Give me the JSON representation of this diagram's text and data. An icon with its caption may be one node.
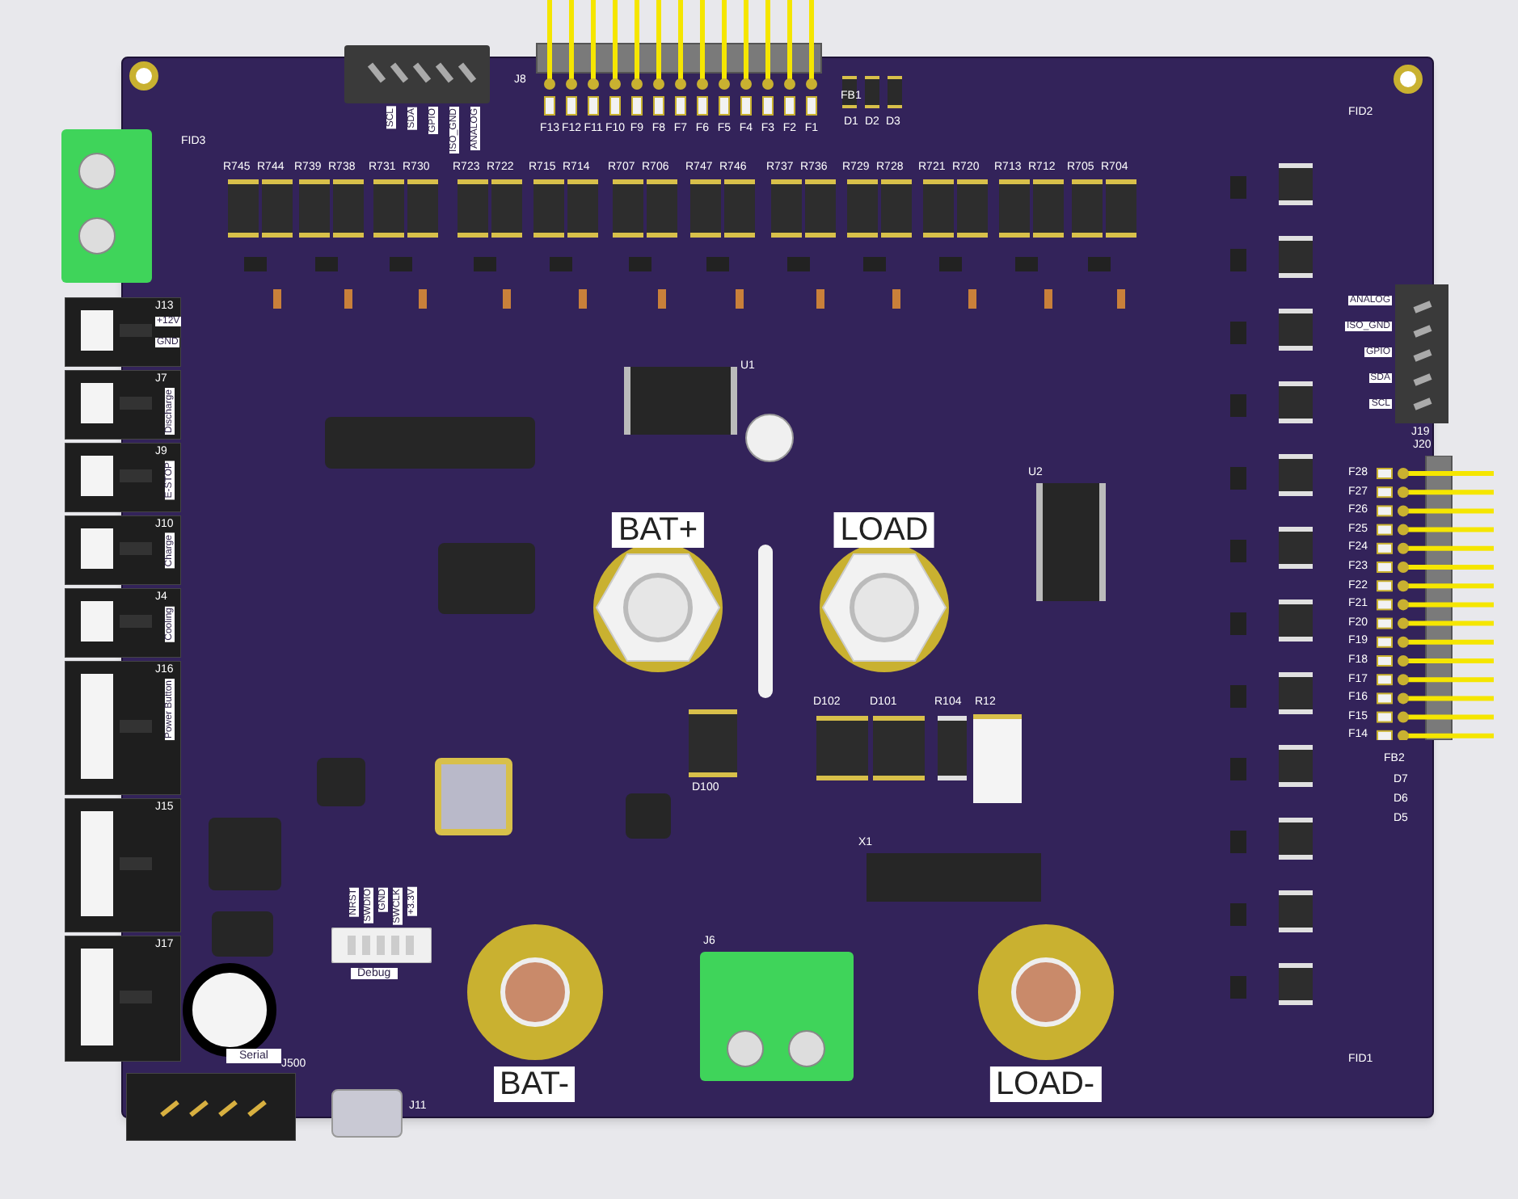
{
  "diagram": {
    "nodes": [
      {
        "text": [],
        "shape": "box"
      },
      {
        "text": [
          "J8"
        ],
        "beside": [
          "F13",
          "F12",
          "F11",
          "F10",
          "F9",
          "F8",
          "F7",
          "F6",
          "F5",
          "F4",
          "F3",
          "F2",
          "F1"
        ]
      },
      {
        "text": [],
        "shape": "box",
        "in": 0,
        "beside": [
          "SCL",
          "SDA",
          "GPIO",
          "ISO_GND",
          "ANALOG"
        ]
      },
      {
        "text": [],
        "shape": "box"
      },
      {
        "text": [
          "J13",
          "+12V",
          "GND"
        ]
      },
      {
        "text": [
          "J7",
          "Discharge"
        ]
      },
      {
        "text": [
          "J9",
          "E-STOP"
        ]
      },
      {
        "text": [
          "J10",
          "Charge"
        ]
      },
      {
        "text": [
          "J4",
          "Cooling"
        ]
      },
      {
        "text": [
          "J16",
          "Power Button"
        ]
      },
      {
        "text": [
          "J15"
        ]
      },
      {
        "text": [
          "J17"
        ]
      },
      {
        "text": [
          "U1"
        ],
        "in": 0
      },
      {
        "text": [
          "BAT+"
        ],
        "in": 0
      },
      {
        "text": [
          "LOAD"
        ],
        "in": 0
      },
      {
        "text": [
          "U2"
        ],
        "in": 0
      },
      {
        "text": [
          "J19"
        ],
        "in": 0,
        "beside": [
          "ANALOG",
          "ISO_GND",
          "GPIO",
          "SDA",
          "SCL"
        ]
      },
      {
        "text": [
          "J20"
        ],
        "beside": [
          "F28",
          "F27",
          "F26",
          "F25",
          "F24",
          "F23",
          "F22",
          "F21",
          "F20",
          "F19",
          "F18",
          "F17",
          "F16",
          "F15",
          "F14"
        ]
      },
      {
        "text": [
          "X1"
        ],
        "in": 0
      },
      {
        "text": [
          "Debug"
        ],
        "in": 0
      },
      {
        "text": [
          "J6"
        ],
        "in": 0
      },
      {
        "text": [
          "BAT-"
        ],
        "in": 0
      },
      {
        "text": [
          "LOAD-"
        ],
        "in": 0
      },
      {
        "text": [
          "J500"
        ]
      },
      {
        "text": [
          "J11"
        ]
      },
      {
        "text": [],
        "shape": "box",
        "in": 0
      },
      {
        "text": [],
        "shape": "box",
        "in": 0
      },
      {
        "text": [],
        "shape": "box",
        "in": 0
      },
      {
        "text": [],
        "shape": "box",
        "in": 0
      },
      {
        "text": [],
        "shape": "box",
        "in": 0
      },
      {
        "text": [],
        "shape": "box",
        "in": 0
      },
      {
        "text": [],
        "shape": "box",
        "in": 0
      }
    ],
    "labels": [
      "FB1",
      "D1",
      "D2",
      "D3",
      "FID3",
      "FID2",
      "R745",
      "R744",
      "R739",
      "R738",
      "R731",
      "R730",
      "R723",
      "R722",
      "R715",
      "R714",
      "R707",
      "R706",
      "R747",
      "R746",
      "R737",
      "R736",
      "R729",
      "R728",
      "R721",
      "R720",
      "R713",
      "R712",
      "R705",
      "R704",
      "D102",
      "D101",
      "R104",
      "R12",
      "D100",
      "NRST",
      "SWDIO",
      "GND",
      "SWCLK",
      "+3.3V",
      "Serial",
      "FB2",
      "D7",
      "D6",
      "D5",
      "FID1"
    ]
  }
}
